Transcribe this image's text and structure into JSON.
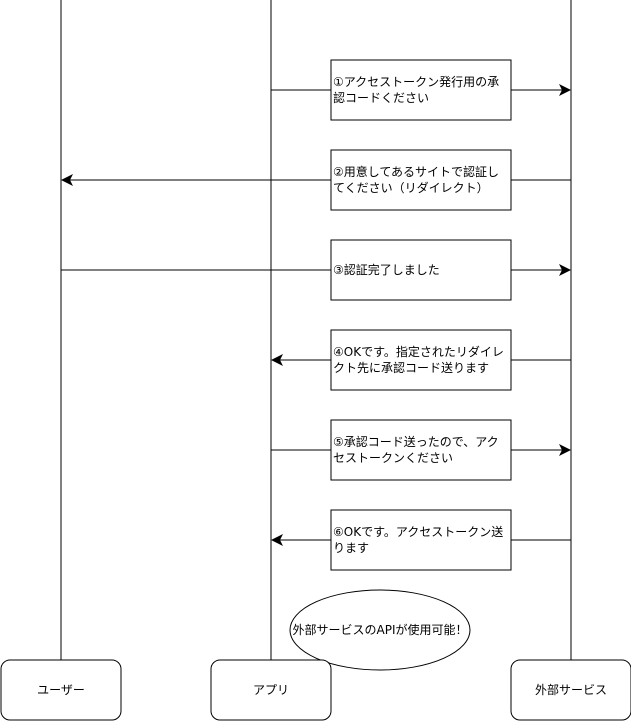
{
  "actors": [
    {
      "id": "user",
      "label": "ユーザー"
    },
    {
      "id": "app",
      "label": "アプリ"
    },
    {
      "id": "service",
      "label": "外部サービス"
    }
  ],
  "messages": [
    {
      "label": "①アクセストークン発行用の承\n認コードください",
      "from": "app",
      "to": "service"
    },
    {
      "label": "②用意してあるサイトで認証し\nてください（リダイレクト）",
      "from": "service",
      "to": "user"
    },
    {
      "label": "③認証完了しました",
      "from": "user",
      "to": "service"
    },
    {
      "label": "④OKです。指定されたリダイレ\nクト先に承認コード送ります",
      "from": "service",
      "to": "app"
    },
    {
      "label": "⑤承認コード送ったので、アク\nセストークンください",
      "from": "app",
      "to": "service"
    },
    {
      "label": "⑥OKです。アクセストークン送\nります",
      "from": "service",
      "to": "app"
    }
  ],
  "note": {
    "label": "外部サービスのAPIが使用可能！"
  }
}
